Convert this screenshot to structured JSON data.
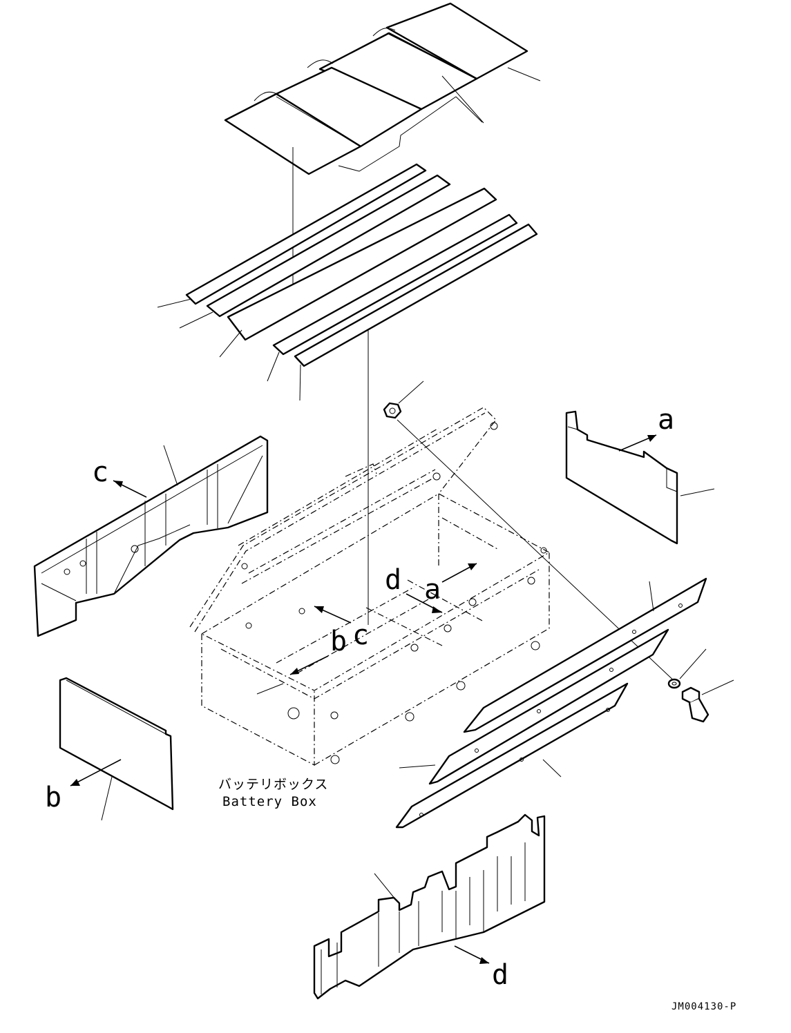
{
  "diagram": {
    "caption_jp": "バッテリボックス",
    "caption_en": "Battery Box",
    "drawing_code": "JM004130-P",
    "view_labels": {
      "a_right_panel": "a",
      "a_box": "a",
      "b_left_panel": "b",
      "b_box": "b",
      "c_left_liner": "c",
      "c_box": "c",
      "d_box": "d",
      "d_bottom_liner": "d"
    }
  }
}
